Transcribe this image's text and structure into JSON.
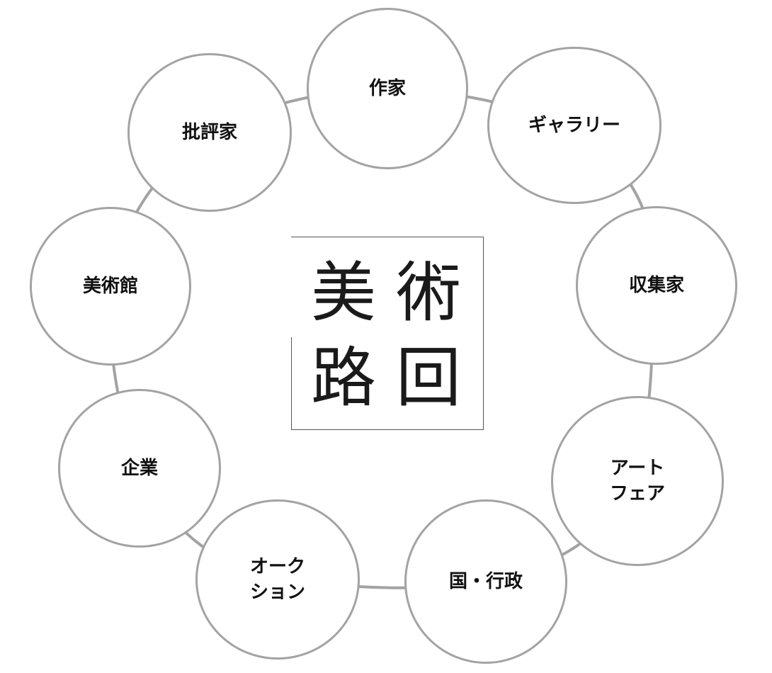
{
  "title": {
    "chars": [
      "美",
      "術",
      "路",
      "回"
    ]
  },
  "nodes": [
    {
      "id": "artist",
      "label": "作家"
    },
    {
      "id": "gallery",
      "label": "ギャラリー"
    },
    {
      "id": "collector",
      "label": "収集家"
    },
    {
      "id": "art-fair",
      "label": "アート\nフェア"
    },
    {
      "id": "government",
      "label": "国・行政"
    },
    {
      "id": "auction",
      "label": "オーク\nション"
    },
    {
      "id": "company",
      "label": "企業"
    },
    {
      "id": "museum",
      "label": "美術館"
    },
    {
      "id": "critic",
      "label": "批評家"
    }
  ],
  "colors": {
    "ring": "#a3a3a3",
    "text": "#111111"
  }
}
